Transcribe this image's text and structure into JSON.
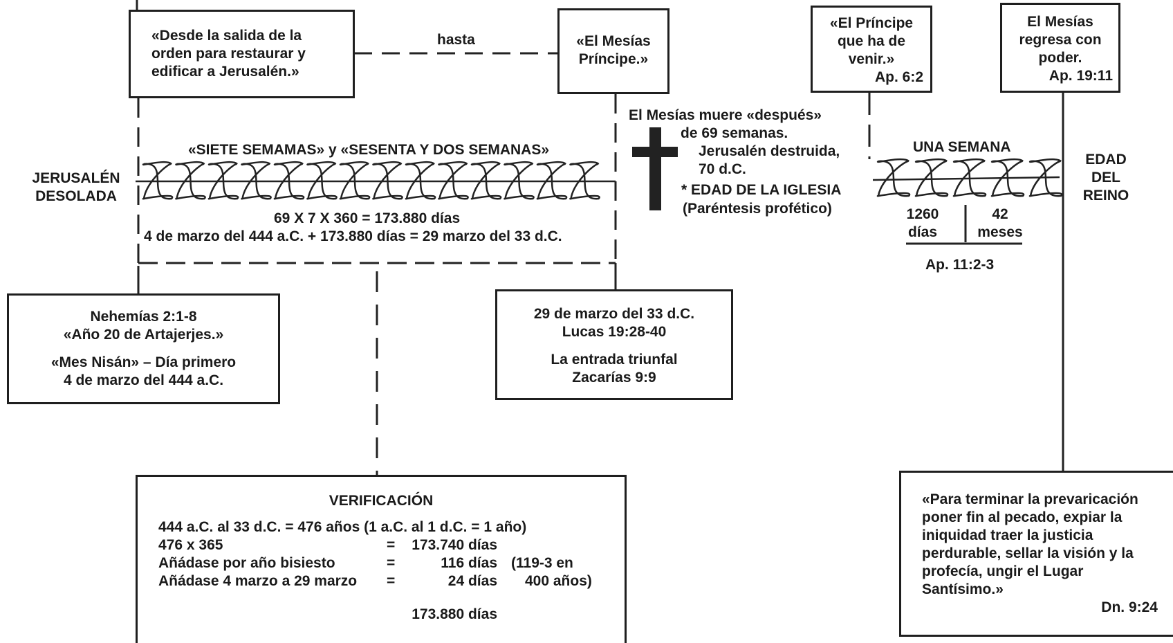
{
  "top": {
    "decree_box": [
      "«Desde la salida de la",
      "orden para restaurar y",
      "edificar a Jerusalén.»"
    ],
    "hasta": "hasta",
    "messiah_box": [
      "«El Mesías",
      "Príncipe.»"
    ],
    "prince_box": [
      "«El Príncipe",
      "que ha de",
      "venir.»"
    ],
    "prince_ref": "Ap. 6:2",
    "return_box": [
      "El Mesías",
      "regresa con",
      "poder."
    ],
    "return_ref": "Ap. 19:11"
  },
  "middle": {
    "weeks_label": "«SIETE SEMAMAS» y «SESENTA Y DOS SEMANAS»",
    "jerusalem_label": [
      "JERUSALÉN",
      "DESOLADA"
    ],
    "calc_line": "69 X 7 X 360 = 173.880 días",
    "date_line": "4 de marzo del 444 a.C. + 173.880 días = 29 marzo del 33 d.C.",
    "death_text": [
      "El Mesías muere «después»",
      "de 69 semanas."
    ],
    "destroyed_text": [
      "Jerusalén destruida,",
      "70 d.C."
    ],
    "church_age": "* EDAD DE LA IGLESIA",
    "parenthesis": "(Paréntesis profético)",
    "one_week": "UNA SEMANA",
    "days_1260": [
      "1260",
      "días"
    ],
    "months_42": [
      "42",
      "meses"
    ],
    "rev_ref": "Ap. 11:2-3",
    "kingdom_age": [
      "EDAD",
      "DEL",
      "REINO"
    ]
  },
  "lower": {
    "nehemiah_box": [
      "Nehemías 2:1-8",
      "«Año 20 de Artajerjes.»",
      "«Mes Nisán» – Día primero",
      "4 de marzo del 444 a.C."
    ],
    "entry_box": [
      "29 de marzo del 33 d.C.",
      "Lucas 19:28-40",
      "La entrada triunfal",
      "Zacarías 9:9"
    ],
    "verification": {
      "title": "VERIFICACIÓN",
      "line1": "444 a.C. al 33 d.C. = 476 años (1 a.C. al 1 d.C. = 1 año)",
      "rows": [
        {
          "label": "476 x 365",
          "eq": "=",
          "value": "173.740 días",
          "note": ""
        },
        {
          "label": "Añádase por año bisiesto",
          "eq": "=",
          "value": "116 días",
          "note": "(119-3 en"
        },
        {
          "label": "Añádase 4 marzo a 29 marzo",
          "eq": "=",
          "value": "24 días",
          "note": "400 años)"
        }
      ],
      "total": "173.880 días"
    },
    "daniel_box": [
      "«Para terminar la prevaricación",
      "poner fin al pecado, expiar la",
      "iniquidad traer la justicia",
      "perdurable, sellar la visión y la",
      "profecía, ungir el Lugar",
      "Santísimo.»"
    ],
    "daniel_ref": "Dn. 9:24"
  },
  "colors": {
    "ink": "#1a1a1a",
    "background": "#ffffff"
  }
}
